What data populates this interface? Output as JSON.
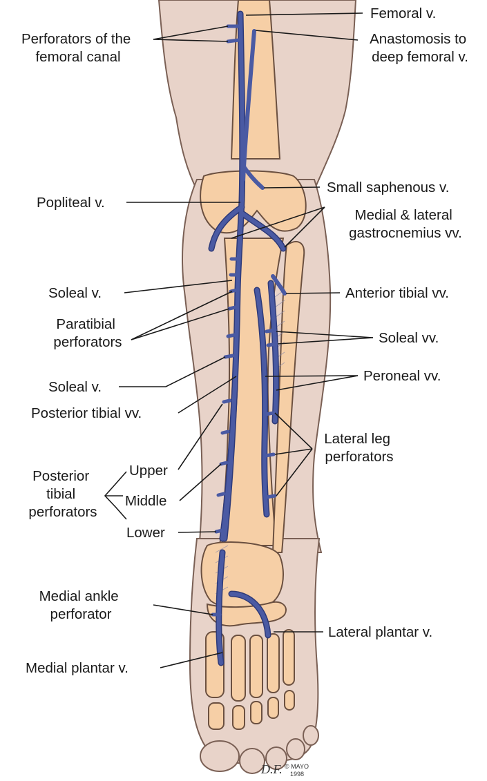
{
  "labels": {
    "femoral_v": "Femoral v.",
    "perforators_femoral_canal": [
      "Perforators of the",
      "femoral canal"
    ],
    "anastomosis": [
      "Anastomosis to",
      "deep femoral v."
    ],
    "small_saphenous_v": "Small saphenous v.",
    "popliteal_v": "Popliteal v.",
    "gastrocnemius_vv": [
      "Medial & lateral",
      "gastrocnemius vv."
    ],
    "soleal_v_upper": "Soleal v.",
    "anterior_tibial_vv": "Anterior tibial vv.",
    "paratibial_perforators": [
      "Paratibial",
      "perforators"
    ],
    "soleal_vv": "Soleal vv.",
    "soleal_v_lower": "Soleal v.",
    "peroneal_vv": "Peroneal vv.",
    "posterior_tibial_vv": "Posterior tibial vv.",
    "lateral_leg_perforators": [
      "Lateral leg",
      "perforators"
    ],
    "posterior_tibial_perforators": [
      "Posterior",
      "tibial",
      "perforators"
    ],
    "upper": "Upper",
    "middle": "Middle",
    "lower": "Lower",
    "medial_ankle_perforator": [
      "Medial ankle",
      "perforator"
    ],
    "lateral_plantar_v": "Lateral plantar v.",
    "medial_plantar_v": "Medial plantar v."
  },
  "credit": {
    "signature": "D.F.",
    "copyright": "© MAYO",
    "year": "1998"
  },
  "colors": {
    "vein": "#4a5aa3",
    "vein_dark": "#2e3a78",
    "bone": "#f6cfa6",
    "bone_outline": "#6b5040",
    "skin": "#e8d3c9",
    "skin_outline": "#7a6055",
    "leader": "#1a1a1a"
  }
}
